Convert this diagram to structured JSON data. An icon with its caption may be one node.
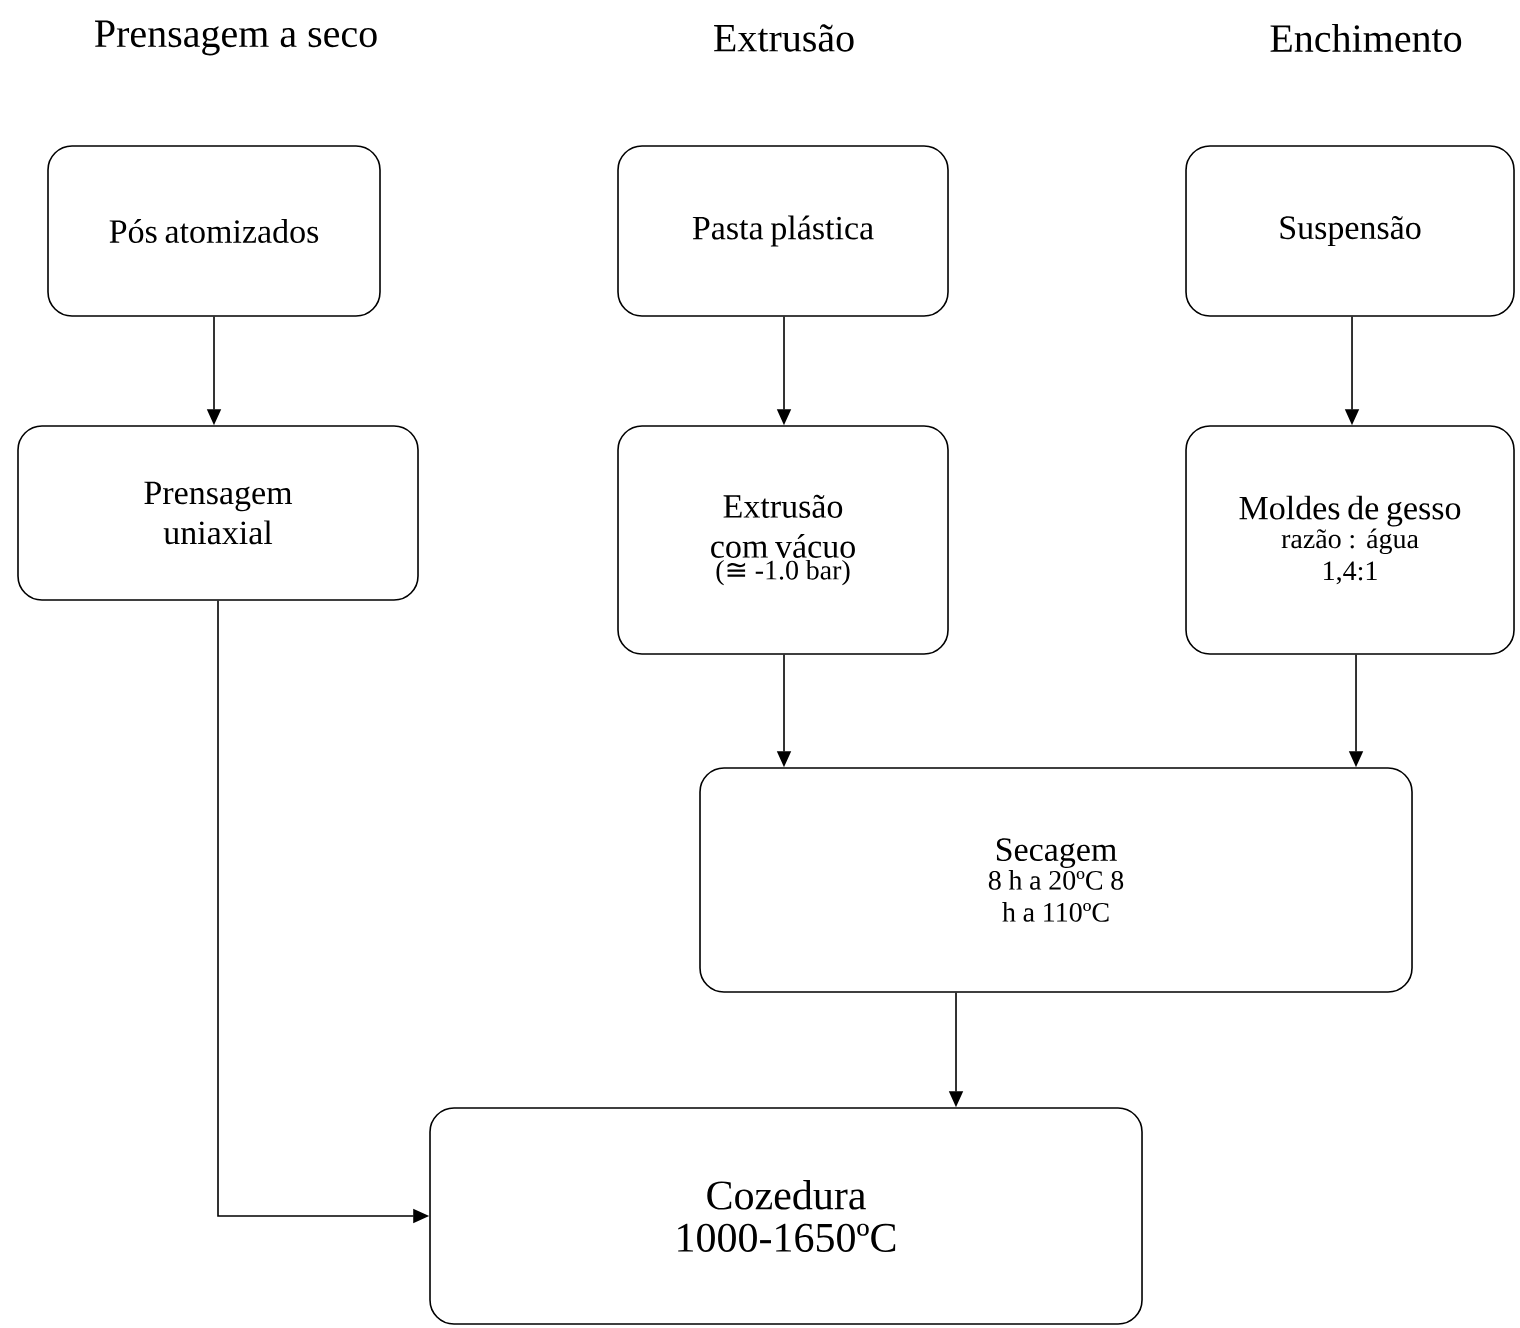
{
  "diagram": {
    "nodes": [
      {
        "text": [
          "Pós atomizados"
        ]
      },
      {
        "text": [
          "Pasta plástica"
        ]
      },
      {
        "text": [
          "Suspensão"
        ]
      },
      {
        "text": [
          "Prensagem uniaxial"
        ]
      },
      {
        "text": [
          "Extrusão com vácuo",
          "(≅ -1.0 bar)"
        ]
      },
      {
        "text": [
          "Moldes de gesso",
          "razão : água 1,4:1"
        ]
      },
      {
        "text": [
          "Secagem",
          "8 h a 20ºC 8 h a 110ºC"
        ]
      },
      {
        "text": [
          "Cozedura",
          "1000-1650ºC"
        ]
      }
    ],
    "edges": [
      {
        "from": 0,
        "to": 3,
        "arrow": "to"
      },
      {
        "from": 1,
        "to": 4,
        "arrow": "to"
      },
      {
        "from": 2,
        "to": 5,
        "arrow": "to"
      },
      {
        "from": 4,
        "to": 6,
        "arrow": "to"
      },
      {
        "from": 5,
        "to": 6,
        "arrow": "to"
      },
      {
        "from": 6,
        "to": 7,
        "arrow": "to"
      },
      {
        "from": 3,
        "to": 7,
        "arrow": "to"
      }
    ],
    "labels": [
      "Prensagem a seco",
      "Extrusão",
      "Enchimento"
    ]
  }
}
